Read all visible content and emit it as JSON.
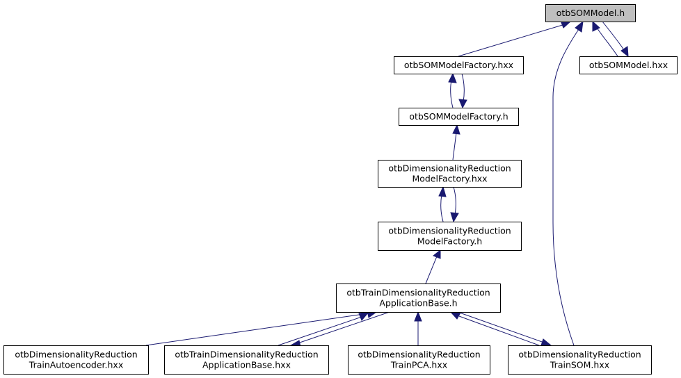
{
  "graph": {
    "colors": {
      "edge": "#191970",
      "node_border": "#000000",
      "current_fill": "#bfbfbf"
    },
    "nodes": [
      {
        "id": "som_model_h",
        "lines": [
          "otbSOMModel.h"
        ],
        "current": true
      },
      {
        "id": "som_factory_hxx",
        "lines": [
          "otbSOMModelFactory.hxx"
        ]
      },
      {
        "id": "som_model_hxx",
        "lines": [
          "otbSOMModel.hxx"
        ]
      },
      {
        "id": "som_factory_h",
        "lines": [
          "otbSOMModelFactory.h"
        ]
      },
      {
        "id": "dr_factory_hxx",
        "lines": [
          "otbDimensionalityReduction",
          "ModelFactory.hxx"
        ]
      },
      {
        "id": "dr_factory_h",
        "lines": [
          "otbDimensionalityReduction",
          "ModelFactory.h"
        ]
      },
      {
        "id": "train_base_h",
        "lines": [
          "otbTrainDimensionalityReduction",
          "ApplicationBase.h"
        ]
      },
      {
        "id": "train_ae",
        "lines": [
          "otbDimensionalityReduction",
          "TrainAutoencoder.hxx"
        ]
      },
      {
        "id": "train_base_hxx",
        "lines": [
          "otbTrainDimensionalityReduction",
          "ApplicationBase.hxx"
        ]
      },
      {
        "id": "train_pca",
        "lines": [
          "otbDimensionalityReduction",
          "TrainPCA.hxx"
        ]
      },
      {
        "id": "train_som",
        "lines": [
          "otbDimensionalityReduction",
          "TrainSOM.hxx"
        ]
      }
    ]
  }
}
